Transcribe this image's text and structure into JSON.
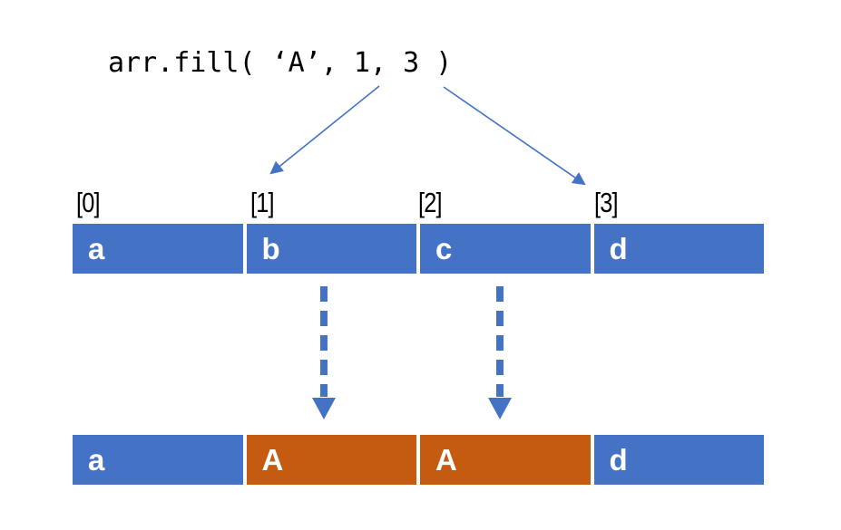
{
  "code": {
    "text": "arr.fill( ‘A’, 1, 3 )",
    "method": "fill",
    "arguments": {
      "value": "‘A’",
      "start": "1",
      "end": "3"
    }
  },
  "colors": {
    "cell_blue": "#4472C4",
    "cell_orange": "#C55A11",
    "arrow_blue": "#4472C4",
    "text_black": "#000000",
    "cell_text_white": "#ffffff",
    "background": "#ffffff"
  },
  "index_labels": [
    "[0]",
    "[1]",
    "[2]",
    "[3]"
  ],
  "array_before": {
    "cells": [
      "a",
      "b",
      "c",
      "d"
    ]
  },
  "array_after": {
    "cells": [
      "a",
      "A",
      "A",
      "d"
    ],
    "filled_indices": [
      1,
      2
    ]
  },
  "arrows": {
    "code_to_index": [
      {
        "from": "start-argument-1",
        "to": "[1]"
      },
      {
        "from": "end-argument-3",
        "to": "[3]"
      }
    ],
    "fill_arrows": [
      {
        "from": "cell-b",
        "to": "cell-A-index-1"
      },
      {
        "from": "cell-c",
        "to": "cell-A-index-2"
      }
    ]
  }
}
